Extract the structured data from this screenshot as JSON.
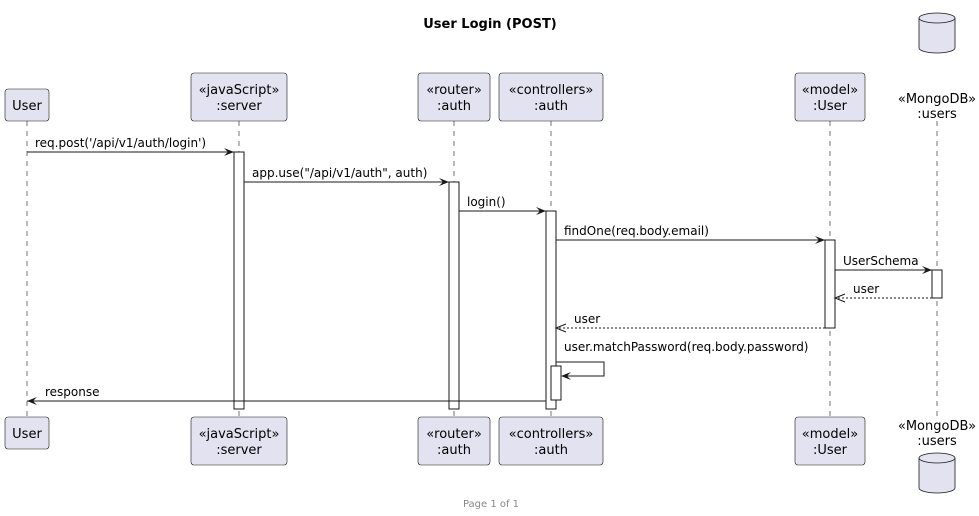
{
  "title": "User Login (POST)",
  "footer": "Page 1 of 1",
  "participants": [
    {
      "id": "user",
      "lines": [
        "User"
      ],
      "shape": "box"
    },
    {
      "id": "server",
      "lines": [
        "«javaScript»",
        ":server"
      ],
      "shape": "box"
    },
    {
      "id": "router",
      "lines": [
        "«router»",
        ":auth"
      ],
      "shape": "box"
    },
    {
      "id": "controller",
      "lines": [
        "«controllers»",
        ":auth"
      ],
      "shape": "box"
    },
    {
      "id": "model",
      "lines": [
        "«model»",
        ":User"
      ],
      "shape": "box"
    },
    {
      "id": "db",
      "lines": [
        "«MongoDB»",
        ":users"
      ],
      "shape": "database"
    }
  ],
  "messages": [
    {
      "from": "user",
      "to": "server",
      "label": "req.post('/api/v1/auth/login')",
      "style": "solid"
    },
    {
      "from": "server",
      "to": "router",
      "label": "app.use(\"/api/v1/auth\", auth)",
      "style": "solid"
    },
    {
      "from": "router",
      "to": "controller",
      "label": "login()",
      "style": "solid"
    },
    {
      "from": "controller",
      "to": "model",
      "label": "findOne(req.body.email)",
      "style": "solid"
    },
    {
      "from": "model",
      "to": "db",
      "label": "UserSchema",
      "style": "solid"
    },
    {
      "from": "db",
      "to": "model",
      "label": "user",
      "style": "dashed"
    },
    {
      "from": "model",
      "to": "controller",
      "label": "user",
      "style": "dashed"
    },
    {
      "from": "controller",
      "to": "controller",
      "label": "user.matchPassword(req.body.password)",
      "style": "self"
    },
    {
      "from": "controller",
      "to": "user",
      "label": "response",
      "style": "solid"
    }
  ],
  "colors": {
    "participant_fill": "#e2e2f0",
    "line": "#181818",
    "activation_fill": "#ffffff"
  }
}
